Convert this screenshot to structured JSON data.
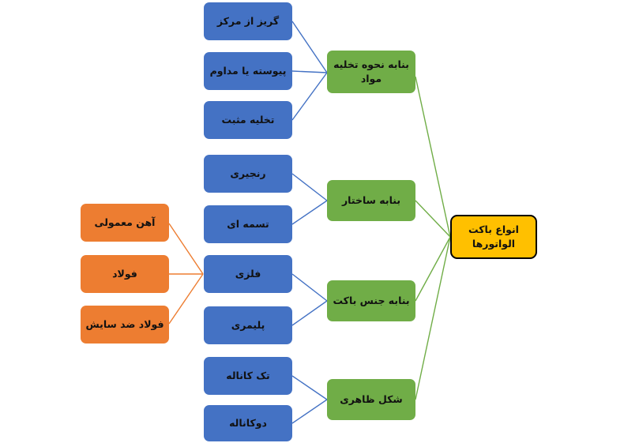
{
  "root": {
    "label": "انواع باکت الواتورها"
  },
  "categories": [
    {
      "label": "بنابه نحوه تخلیه مواد",
      "children": [
        "گریز از مرکز",
        "پیوسته یا مداوم",
        "تخلیه مثبت"
      ]
    },
    {
      "label": "بنابه ساختار",
      "children": [
        "رنجیری",
        "تسمه ای"
      ]
    },
    {
      "label": "بنابه جنس باکت",
      "children": [
        "فلزی",
        "پلیمری"
      ]
    },
    {
      "label": "شکل ظاهری",
      "children": [
        "تک کاناله",
        "دوکاناله"
      ]
    }
  ],
  "metal_subtypes": [
    "آهن معمولی",
    "فولاد",
    "فولاد ضد سایش"
  ],
  "colors": {
    "leaf_blue": "#4472C4",
    "subtype_orange": "#ED7D31",
    "category_green": "#70AD47",
    "root_yellow": "#FFC000",
    "root_border": "#000000",
    "background": "#FFFFFF"
  }
}
